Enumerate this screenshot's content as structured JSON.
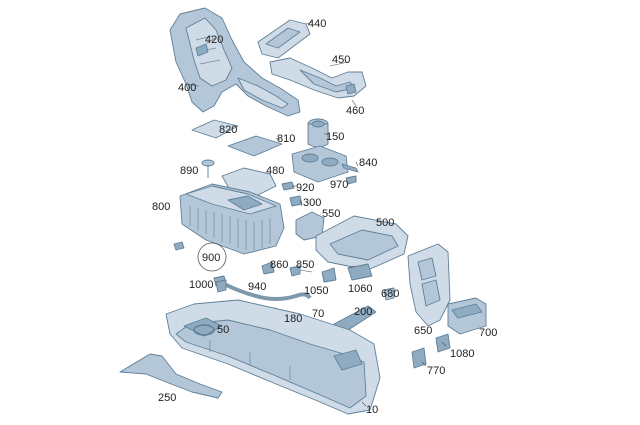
{
  "diagram": {
    "callouts": [
      {
        "id": "c440",
        "text": "440"
      },
      {
        "id": "c420",
        "text": "420"
      },
      {
        "id": "c450",
        "text": "450"
      },
      {
        "id": "c400",
        "text": "400"
      },
      {
        "id": "c460",
        "text": "460"
      },
      {
        "id": "c820",
        "text": "820"
      },
      {
        "id": "c150",
        "text": "150"
      },
      {
        "id": "c810",
        "text": "810"
      },
      {
        "id": "c890",
        "text": "890"
      },
      {
        "id": "c840",
        "text": "840"
      },
      {
        "id": "c480",
        "text": "480"
      },
      {
        "id": "c970",
        "text": "970"
      },
      {
        "id": "c920",
        "text": "920"
      },
      {
        "id": "c800",
        "text": "800"
      },
      {
        "id": "c300",
        "text": "300"
      },
      {
        "id": "c550",
        "text": "550"
      },
      {
        "id": "c500",
        "text": "500"
      },
      {
        "id": "c900",
        "text": "900"
      },
      {
        "id": "c860",
        "text": "860"
      },
      {
        "id": "c850",
        "text": "850"
      },
      {
        "id": "c1000",
        "text": "1000"
      },
      {
        "id": "c940",
        "text": "940"
      },
      {
        "id": "c1050",
        "text": "1050"
      },
      {
        "id": "c1060",
        "text": "1060"
      },
      {
        "id": "c680",
        "text": "680"
      },
      {
        "id": "c200",
        "text": "200"
      },
      {
        "id": "c70",
        "text": "70"
      },
      {
        "id": "c180",
        "text": "180"
      },
      {
        "id": "c50",
        "text": "50"
      },
      {
        "id": "c700",
        "text": "700"
      },
      {
        "id": "c650",
        "text": "650"
      },
      {
        "id": "c1080",
        "text": "1080"
      },
      {
        "id": "c770",
        "text": "770"
      },
      {
        "id": "c250",
        "text": "250"
      },
      {
        "id": "c10",
        "text": "10"
      }
    ]
  }
}
